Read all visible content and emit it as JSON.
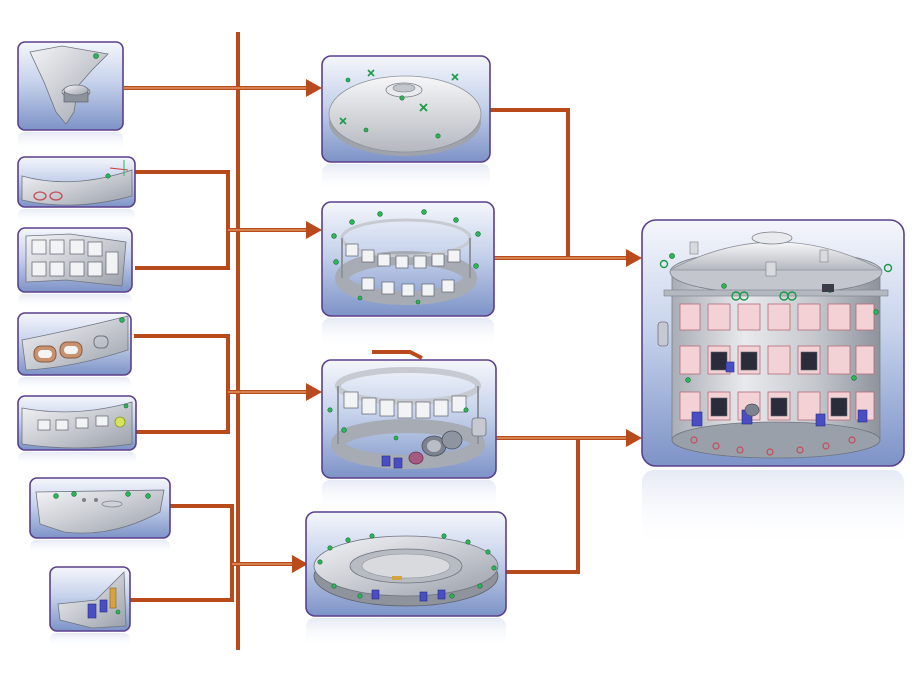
{
  "diagram": {
    "type": "assembly-flow",
    "colors": {
      "arrow": "#b84a1c",
      "panel_border": "#5b3f8c",
      "panel_top": "#f4f6fb",
      "panel_bottom": "#7d93c7"
    },
    "stages": [
      {
        "stage": "components",
        "items": [
          "component-flange-segment",
          "component-ring-plate-with-ports",
          "component-framed-wall-panel",
          "component-curved-panel-oval-ports",
          "component-curved-panel-windows",
          "component-bottom-ring-segment",
          "component-side-segment-blue-parts"
        ]
      },
      {
        "stage": "subassemblies",
        "items": [
          "subassembly-dome-top",
          "subassembly-upper-frame-ring",
          "subassembly-middle-ring-with-equipment",
          "subassembly-base-ring-platform"
        ]
      },
      {
        "stage": "final-assembly",
        "items": [
          "final-cylindrical-module"
        ]
      }
    ],
    "connections": [
      {
        "from": "components",
        "to": "subassembly-dome-top"
      },
      {
        "from": "components",
        "to": "subassembly-upper-frame-ring"
      },
      {
        "from": "components",
        "to": "subassembly-middle-ring-with-equipment"
      },
      {
        "from": "components",
        "to": "subassembly-base-ring-platform"
      },
      {
        "from": "subassembly-dome-top",
        "to": "final-cylindrical-module"
      },
      {
        "from": "subassembly-upper-frame-ring",
        "to": "final-cylindrical-module"
      },
      {
        "from": "subassembly-middle-ring-with-equipment",
        "to": "final-cylindrical-module"
      },
      {
        "from": "subassembly-base-ring-platform",
        "to": "final-cylindrical-module"
      }
    ]
  }
}
